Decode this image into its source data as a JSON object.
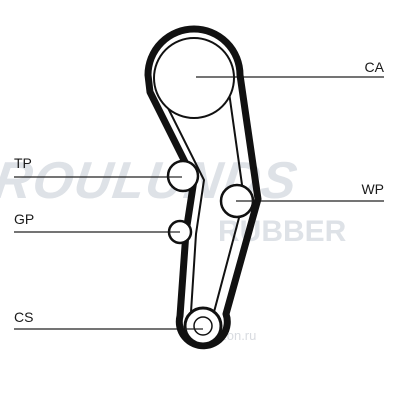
{
  "diagram": {
    "labels": {
      "ca": "CA",
      "tp": "TP",
      "wp": "WP",
      "gp": "GP",
      "cs": "CS"
    },
    "watermark": {
      "brand_logo": "ROULUNDS",
      "brand_sub": "RUBBER",
      "site_logo": "ozon.ru"
    },
    "colors": {
      "belt": "#111111",
      "line": "#222222",
      "watermark": "#d9dde3"
    }
  }
}
